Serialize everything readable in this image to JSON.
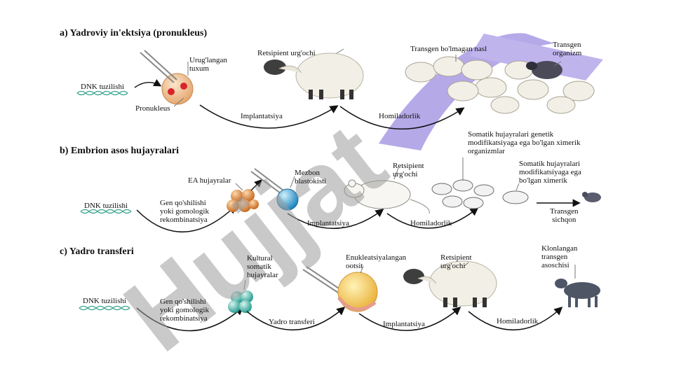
{
  "watermark": {
    "text": "Hujjat",
    "color": "#9c9c9c"
  },
  "colors": {
    "accent_violet": "#7a63d6",
    "dna": "#3aa58f",
    "egg": "#f2c89a",
    "nucleus": "#d6262a",
    "es_cell": "#d9843a",
    "blastocyst": "#3aa0d6",
    "cultured_cell": "#3fb7a8",
    "oocyte": "#f4d05a"
  },
  "sections": {
    "a": {
      "title": "a) Yadroviy in'ektsiya  (pronukleus)",
      "dna": "DNK tuzilishi",
      "egg": "Urug'langan\ntuxum",
      "pronucleus": "Pronukleus",
      "recipient": "Retsipient urg'ochi",
      "implant": "Implantatsiya",
      "pregnancy": "Homiladorlik",
      "nontransgenic": "Transgen bo'lmagan nasl",
      "transgenic": "Transgen\norganizm"
    },
    "b": {
      "title": "b) Embrion asos hujayralari",
      "dna": "DNK tuzilishi",
      "recomb": "Gen qo'shilishi\nyoki gomologik\nrekombinatsiya",
      "es_cells": "EA hujayralar",
      "host": "Mezbon\nblastokisti",
      "recipient": "Retsipient\nurg'ochi",
      "implant": "Implantatsiya",
      "pregnancy": "Homiladorlik",
      "chimeric_many": "Somatik hujayralari genetik\nmodifikatsiyaga ega bo'lgan ximerik\norganizmlar",
      "chimeric_one": "Somatik hujayralari\nmodifikatsiyaga ega\nbo'lgan ximerik",
      "transgenic_mouse": "Transgen\nsichqon"
    },
    "c": {
      "title": "c) Yadro transferi",
      "dna": "DNK tuzilishi",
      "recomb": "Gen qo'shilishi\nyoki gomologik\nrekombinatsiya",
      "cultured": "Kultural\nsomatik\nhujayralar",
      "transfer": "Yadro transferi",
      "oocyte": "Enukleatsiyalangan\nootsit",
      "recipient": "Retsipient\nurg'ochi",
      "implant": "Implantatsiya",
      "pregnancy": "Homiladorlik",
      "clone": "Klonlangan\ntransgen\nasoschisi"
    }
  }
}
